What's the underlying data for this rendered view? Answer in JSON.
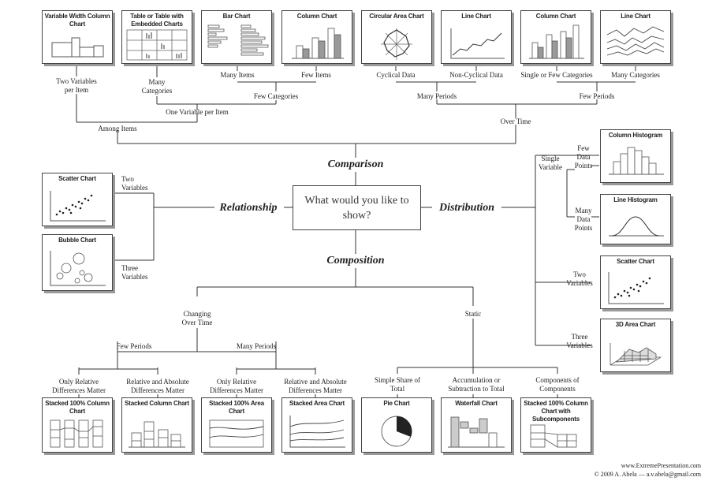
{
  "center_question": "What would you like to show?",
  "categories": {
    "comparison": "Comparison",
    "relationship": "Relationship",
    "distribution": "Distribution",
    "composition": "Composition"
  },
  "charts": {
    "variable_width": "Variable Width Column Chart",
    "table_embedded": "Table or Table with Embedded Charts",
    "bar": "Bar Chart",
    "column_top": "Column Chart",
    "circular_area": "Circular Area Chart",
    "line_top": "Line Chart",
    "column_top2": "Column Chart",
    "line_top2": "Line Chart",
    "scatter_rel": "Scatter Chart",
    "bubble": "Bubble Chart",
    "column_histogram": "Column Histogram",
    "line_histogram": "Line Histogram",
    "scatter_dist": "Scatter Chart",
    "area_3d": "3D Area Chart",
    "stacked100_column": "Stacked 100% Column Chart",
    "stacked_column": "Stacked Column Chart",
    "stacked100_area": "Stacked 100% Area Chart",
    "stacked_area": "Stacked Area Chart",
    "pie": "Pie Chart",
    "waterfall": "Waterfall Chart",
    "stacked100_sub": "Stacked 100% Column Chart with Subcomponents"
  },
  "labels": {
    "two_vars_per_item": "Two Variables per Item",
    "many_categories": "Many Categories",
    "many_items": "Many Items",
    "few_items": "Few Items",
    "cyclical": "Cyclical Data",
    "non_cyclical": "Non-Cyclical Data",
    "single_few_cat": "Single or Few Categories",
    "many_cat2": "Many Categories",
    "few_categories": "Few Categories",
    "one_var_per_item": "One Variable per Item",
    "many_periods": "Many Periods",
    "few_periods": "Few Periods",
    "among_items": "Among Items",
    "over_time": "Over Time",
    "rel_two_vars": "Two Variables",
    "rel_three_vars": "Three Variables",
    "single_variable": "Single Variable",
    "few_data_points": "Few Data Points",
    "many_data_points": "Many Data Points",
    "dist_two_vars": "Two Variables",
    "dist_three_vars": "Three Variables",
    "changing_over_time": "Changing Over Time",
    "static": "Static",
    "comp_few_periods": "Few Periods",
    "comp_many_periods": "Many Periods",
    "only_relative_1": "Only Relative Differences Matter",
    "rel_and_abs_1": "Relative and Absolute Differences Matter",
    "only_relative_2": "Only Relative Differences Matter",
    "rel_and_abs_2": "Relative and Absolute Differences Matter",
    "simple_share": "Simple Share of Total",
    "accumulation": "Accumulation or Subtraction to Total",
    "components": "Components of Components"
  },
  "credits": {
    "site": "www.ExtremePresentation.com",
    "copyright": "© 2009 A. Abela — a.v.abela@gmail.com"
  }
}
